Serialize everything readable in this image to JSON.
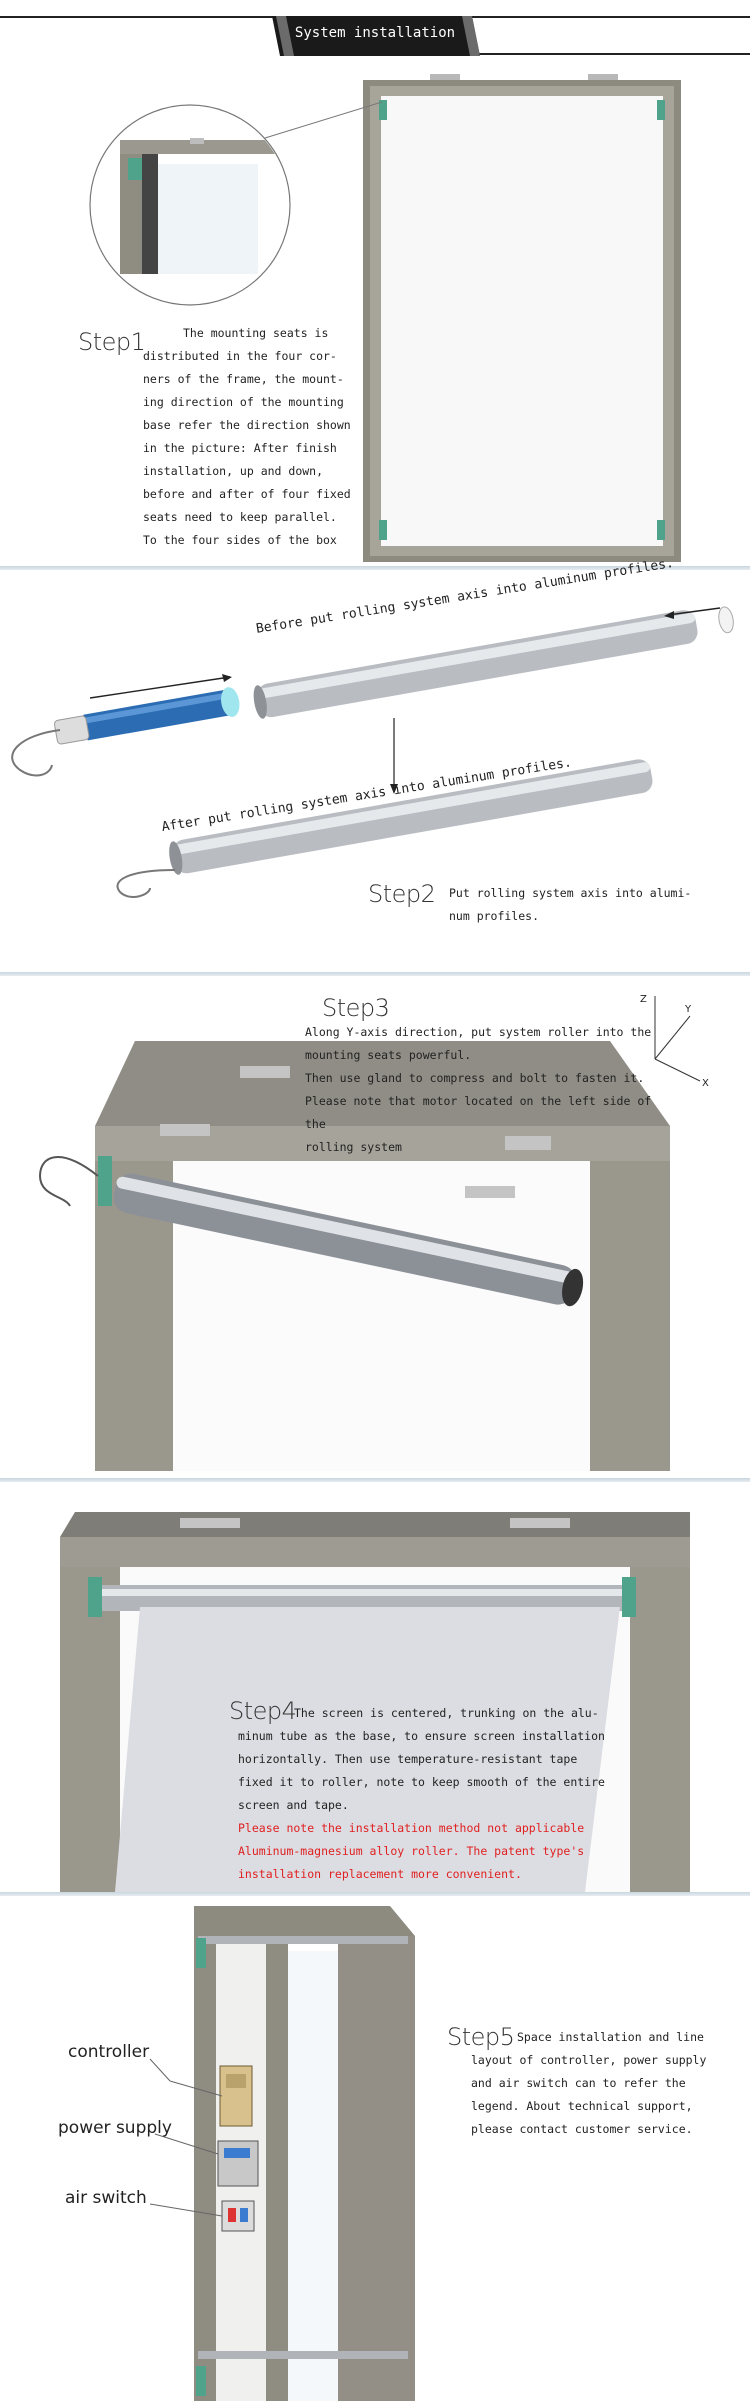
{
  "header": {
    "title": "System installation"
  },
  "step1": {
    "label": "Step1",
    "lines": [
      "The mounting seats is",
      "distributed in the four cor-",
      "ners of the frame, the mount-",
      "ing direction of the mounting",
      "base refer the direction shown",
      "in the picture:  After finish",
      "installation,  up and down,",
      "before and after of four fixed",
      "seats need to keep parallel.",
      "To the four sides of the box"
    ]
  },
  "step2": {
    "label": "Step2",
    "lines": [
      "Put rolling system axis into alumi-",
      "num profiles."
    ],
    "caption_before": "Before put rolling system axis into aluminum profiles.",
    "caption_after": "After put rolling system axis into aluminum profiles."
  },
  "step3": {
    "label": "Step3",
    "lines": [
      "Along Y-axis direction, put system roller into the",
      "mounting seats powerful.",
      "Then use gland to compress and bolt to fasten it.",
      "Please note that motor located on the left side of the",
      "rolling system"
    ],
    "axes": {
      "z": "Z",
      "y": "Y",
      "x": "X"
    }
  },
  "step4": {
    "label": "Step4",
    "lines": [
      "The screen is centered, trunking on the alu-",
      "minum tube as the base, to ensure screen installation",
      "horizontally. Then use temperature-resistant tape",
      "fixed it to roller, note to keep smooth of the entire",
      "screen and tape."
    ],
    "warning_lines": [
      "Please note the installation method not applicable",
      "Aluminum-magnesium alloy roller. The patent type's",
      "installation replacement more convenient."
    ]
  },
  "step5": {
    "label": "Step5",
    "lines": [
      "Space installation and line",
      "layout of controller, power supply",
      "and air switch can to refer the",
      "legend. About technical support,",
      "please contact customer service."
    ],
    "callouts": [
      "controller",
      "power supply",
      "air switch"
    ]
  },
  "colors": {
    "accent": "#1d1d1d",
    "frame": "#8d8a80",
    "warning": "#e02020",
    "divider": "#c9d6df",
    "motor": "#2b6cb3"
  }
}
